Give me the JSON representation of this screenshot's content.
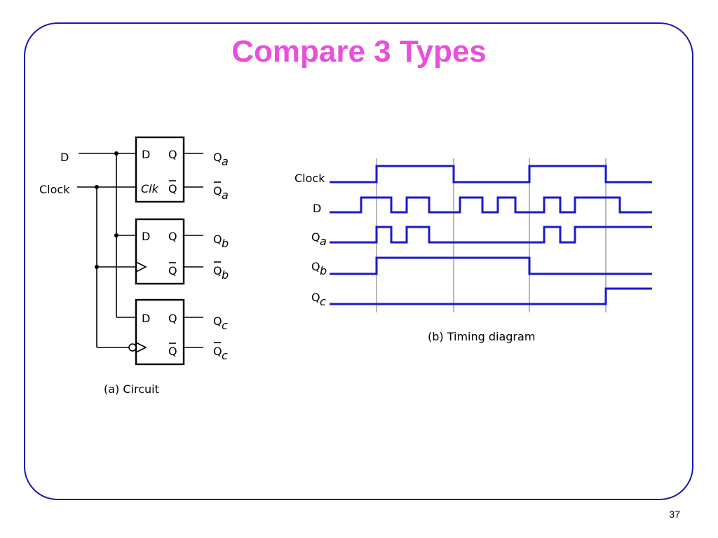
{
  "slide": {
    "title": "Compare 3 Types",
    "page_number": "37"
  },
  "circuit": {
    "caption": "(a) Circuit",
    "inputs": {
      "d": "D",
      "clock": "Clock"
    },
    "flipflops": [
      {
        "pins": {
          "d": "D",
          "clk": "Clk",
          "q": "Q",
          "qbar": "Q"
        },
        "outputs": {
          "q": "Q",
          "q_sub": "a",
          "qbar": "Q",
          "qbar_sub": "a"
        },
        "clock_style": "level"
      },
      {
        "pins": {
          "d": "D",
          "q": "Q",
          "qbar": "Q"
        },
        "outputs": {
          "q": "Q",
          "q_sub": "b",
          "qbar": "Q",
          "qbar_sub": "b"
        },
        "clock_style": "rising-edge"
      },
      {
        "pins": {
          "d": "D",
          "q": "Q",
          "qbar": "Q"
        },
        "outputs": {
          "q": "Q",
          "q_sub": "c",
          "qbar": "Q",
          "qbar_sub": "c"
        },
        "clock_style": "falling-edge"
      }
    ]
  },
  "timing": {
    "caption": "(b) Timing diagram",
    "signals": [
      {
        "label": "Clock",
        "sub": ""
      },
      {
        "label": "D",
        "sub": ""
      },
      {
        "label": "Q",
        "sub": "a"
      },
      {
        "label": "Q",
        "sub": "b"
      },
      {
        "label": "Q",
        "sub": "c"
      }
    ]
  },
  "colors": {
    "title": "#e84fdc",
    "frame": "#1a1aa8",
    "signal": "#1a1acc"
  }
}
